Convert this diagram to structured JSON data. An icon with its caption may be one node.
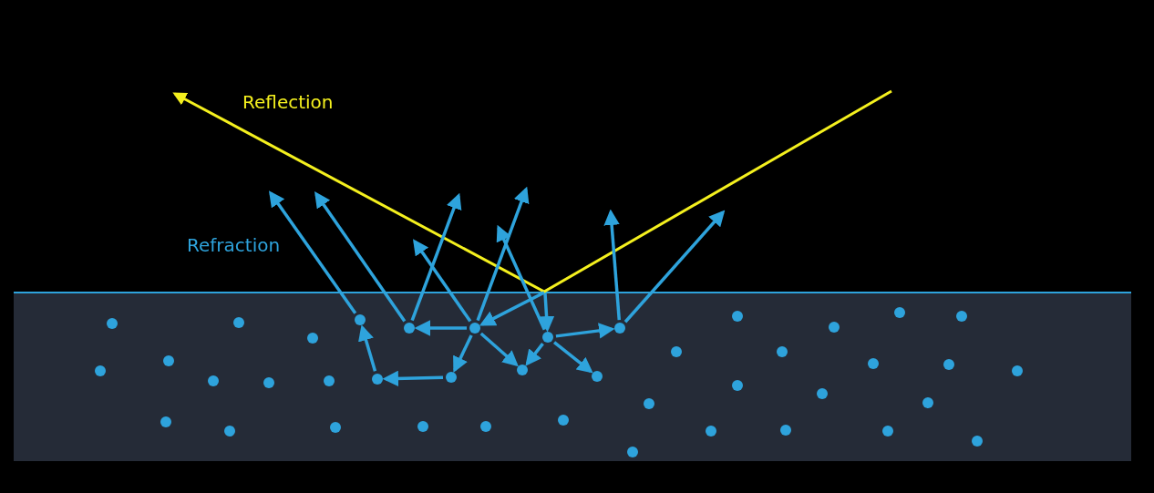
{
  "diagram": {
    "nodes": [
      {
        "text": [],
        "shape": "circle"
      },
      {
        "text": [],
        "shape": "circle"
      },
      {
        "text": [],
        "shape": "circle"
      },
      {
        "text": [],
        "shape": "circle"
      },
      {
        "text": [],
        "shape": "circle"
      },
      {
        "text": [],
        "shape": "circle"
      },
      {
        "text": [],
        "shape": "circle"
      },
      {
        "text": [],
        "shape": "circle"
      },
      {
        "text": [],
        "shape": "circle"
      }
    ],
    "edges": [
      {
        "from": null,
        "to": 2,
        "arrow": "to"
      },
      {
        "from": null,
        "to": 3,
        "arrow": "to"
      },
      {
        "from": 2,
        "to": 1,
        "arrow": "to"
      },
      {
        "from": 2,
        "to": 5,
        "arrow": "to"
      },
      {
        "from": 2,
        "to": 7,
        "arrow": "to"
      },
      {
        "from": 2,
        "to": null,
        "arrow": "to"
      },
      {
        "from": 2,
        "to": null,
        "arrow": "to"
      },
      {
        "from": 3,
        "to": null,
        "arrow": "to"
      },
      {
        "from": 3,
        "to": 4,
        "arrow": "to"
      },
      {
        "from": 3,
        "to": 7,
        "arrow": "to"
      },
      {
        "from": 3,
        "to": 8,
        "arrow": "to"
      },
      {
        "from": 1,
        "to": null,
        "arrow": "to"
      },
      {
        "from": 1,
        "to": null,
        "arrow": "to"
      },
      {
        "from": 0,
        "to": null,
        "arrow": "to"
      },
      {
        "from": 5,
        "to": 6,
        "arrow": "to"
      },
      {
        "from": 6,
        "to": 0,
        "arrow": "to"
      },
      {
        "from": 4,
        "to": null,
        "arrow": "to"
      },
      {
        "from": 4,
        "to": null,
        "arrow": "to"
      }
    ],
    "labels": [
      "Reflection",
      "Refraction"
    ]
  }
}
